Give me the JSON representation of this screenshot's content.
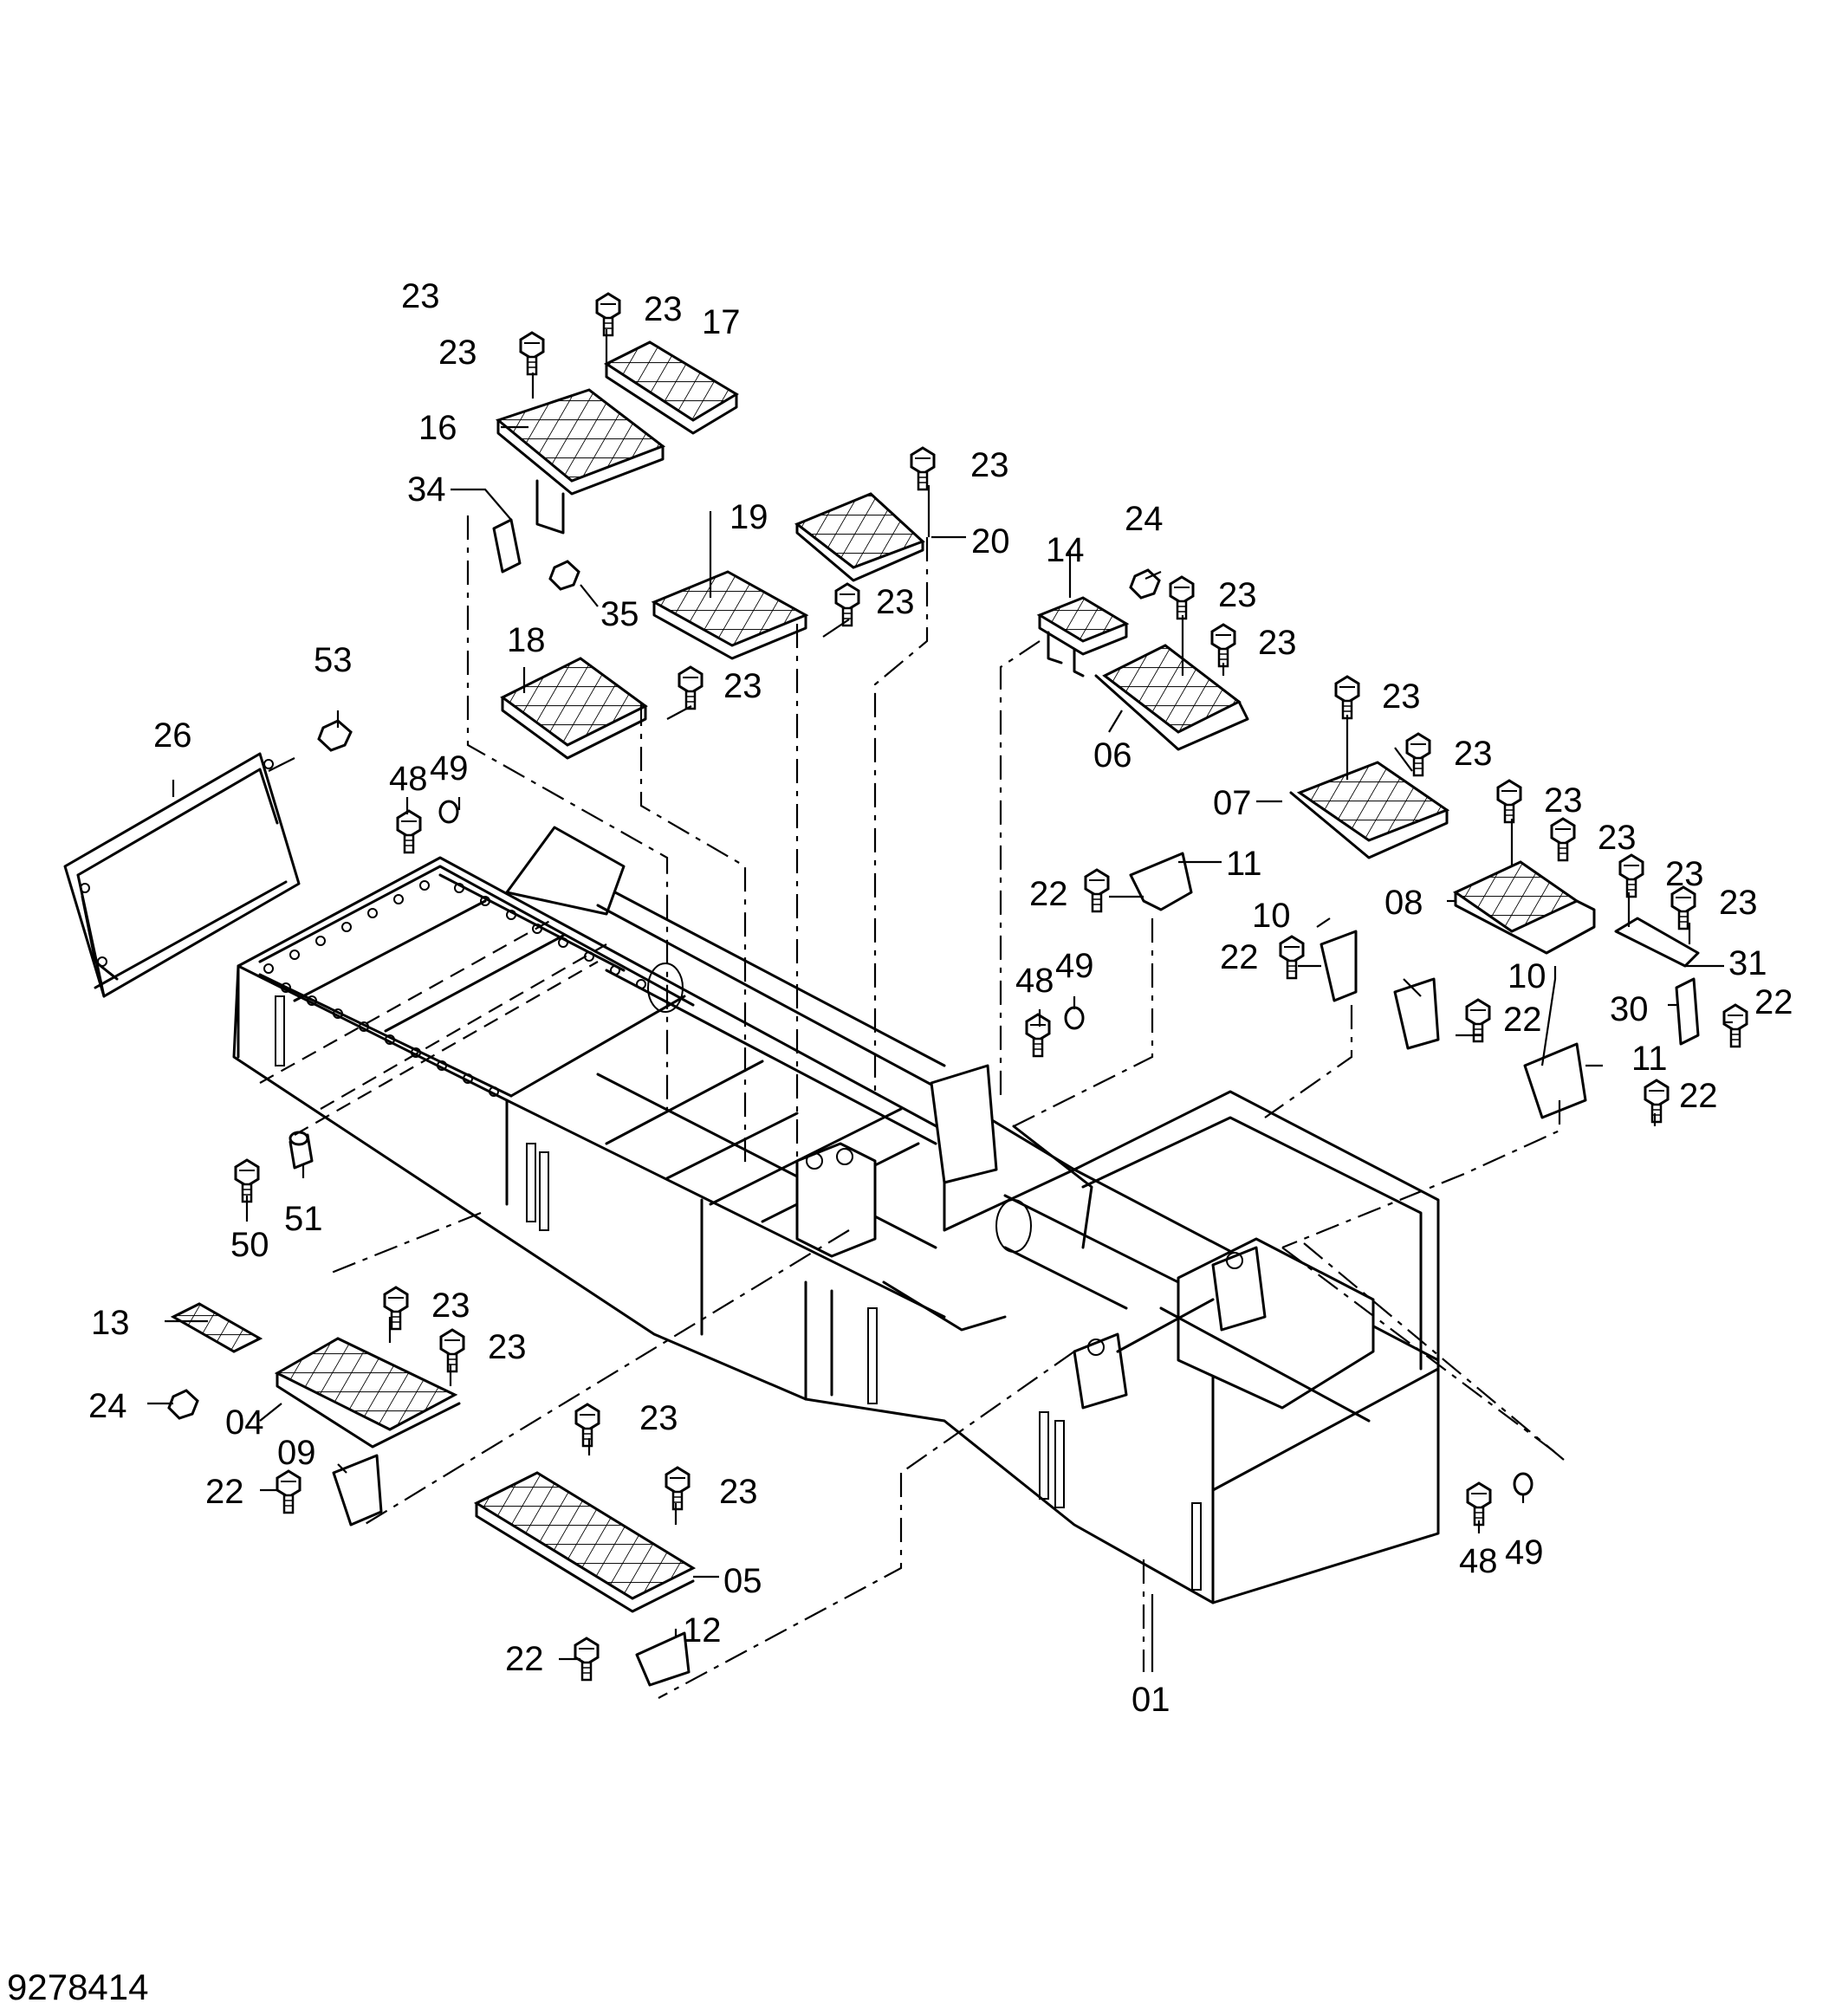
{
  "drawing_number": "9278414",
  "callouts": {
    "p01": "01",
    "p04": "04",
    "p05": "05",
    "p06": "06",
    "p07": "07",
    "p08": "08",
    "p09": "09",
    "p10a": "10",
    "p10b": "10",
    "p11a": "11",
    "p11b": "11",
    "p12": "12",
    "p13": "13",
    "p14": "14",
    "p16": "16",
    "p17": "17",
    "p18": "18",
    "p19": "19",
    "p20": "20",
    "p22a": "22",
    "p22b": "22",
    "p22c": "22",
    "p22d": "22",
    "p22e": "22",
    "p22f": "22",
    "p22g": "22",
    "p23a": "23",
    "p23b": "23",
    "p23c": "23",
    "p23d": "23",
    "p23e": "23",
    "p23f": "23",
    "p23g": "23",
    "p23h": "23",
    "p23i": "23",
    "p23j": "23",
    "p23k": "23",
    "p23l": "23",
    "p23m": "23",
    "p23n": "23",
    "p23o": "23",
    "p23p": "23",
    "p23q": "23",
    "p23r": "23",
    "p24a": "24",
    "p24b": "24",
    "p26": "26",
    "p30": "30",
    "p31": "31",
    "p34": "34",
    "p35": "35",
    "p48a": "48",
    "p48b": "48",
    "p48c": "48",
    "p49a": "49",
    "p49b": "49",
    "p49c": "49",
    "p50": "50",
    "p51": "51",
    "p53": "53"
  }
}
